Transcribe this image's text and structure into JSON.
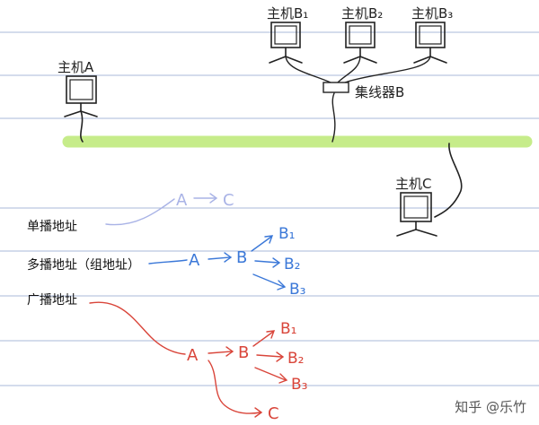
{
  "hosts": {
    "a": "主机A",
    "b1": "主机B₁",
    "b2": "主机B₂",
    "b3": "主机B₃",
    "c": "主机C"
  },
  "hub": "集线器B",
  "unicast": {
    "label": "单播地址",
    "src": "A",
    "dst": "C"
  },
  "multicast": {
    "label": "多播地址（组地址）",
    "src": "A",
    "mid": "B",
    "targets": [
      "B₁",
      "B₂",
      "B₃"
    ]
  },
  "broadcast": {
    "label": "广播地址",
    "src": "A",
    "mid": "B",
    "targets": [
      "B₁",
      "B₂",
      "B₃"
    ],
    "extra": "C"
  },
  "watermark": "知乎 @乐竹",
  "colors": {
    "bus": "#c6ec8a",
    "rule": "#aab8d8",
    "ink": "#222222",
    "unicast": "#a9b3e6",
    "multicast": "#3b78d8",
    "broadcast": "#d9453a"
  }
}
